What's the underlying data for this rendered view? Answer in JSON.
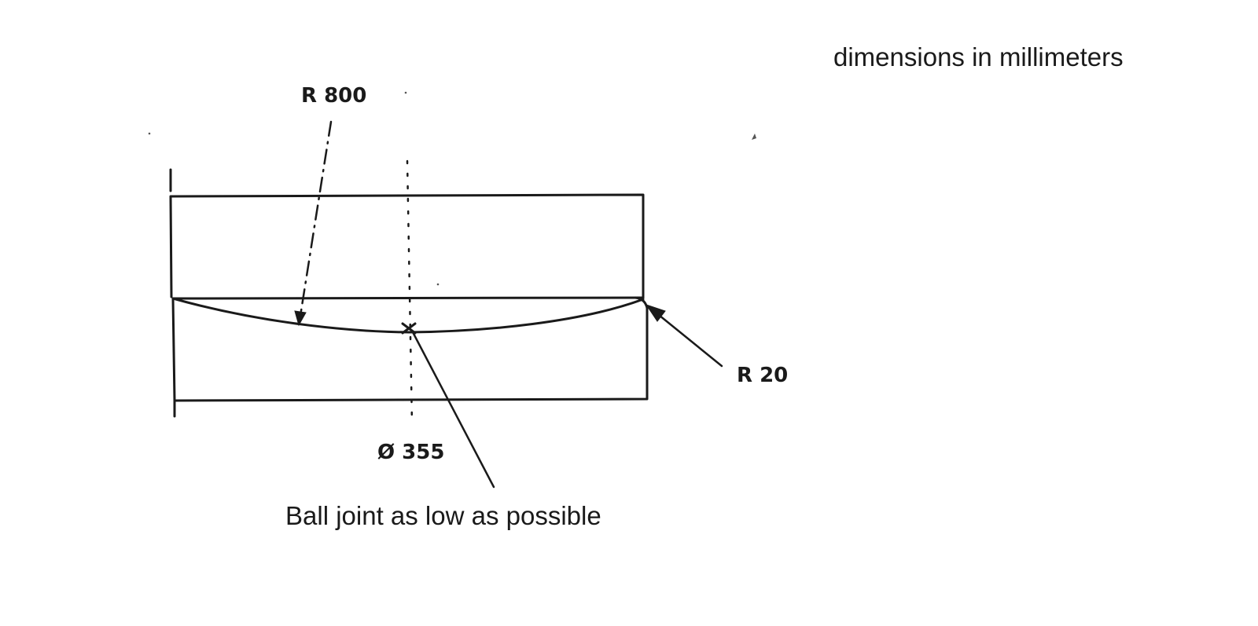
{
  "units_note": "dimensions in millimeters",
  "dimensions": {
    "radius_curve": "R 800",
    "radius_edge": "R 20",
    "diameter": "Ø 355"
  },
  "note": "Ball joint as low as possible"
}
